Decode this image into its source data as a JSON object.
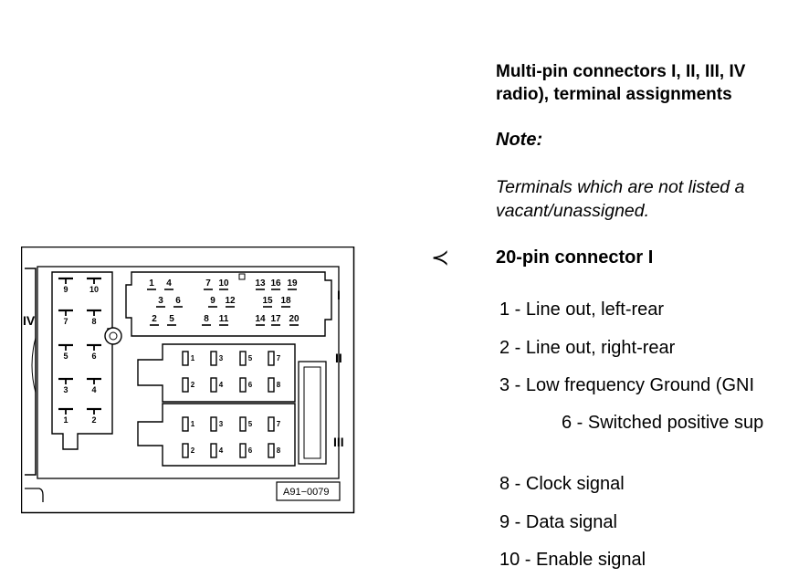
{
  "heading": {
    "line1": "Multi-pin connectors I, II, III, IV",
    "line2": "radio), terminal assignments"
  },
  "note": {
    "label": "Note:",
    "line1": "Terminals which are not listed a",
    "line2": "vacant/unassigned."
  },
  "section": {
    "arrow": "≺",
    "title": "20-pin connector I",
    "items": [
      "1 - Line out, left-rear",
      "2 - Line out, right-rear",
      "3 - Low frequency Ground (GNI",
      "6 - Switched positive sup",
      "8 - Clock signal",
      "9 - Data signal",
      "10 - Enable signal"
    ]
  },
  "figure": {
    "id": "A91−0079",
    "roman": {
      "i": "I",
      "ii": "II",
      "iii": "III",
      "iv": "IV"
    },
    "conn1_top": [
      "1",
      "4",
      "7",
      "10",
      "13",
      "16",
      "19"
    ],
    "conn1_mid": [
      "3",
      "6",
      "9",
      "12",
      "15",
      "18"
    ],
    "conn1_bot": [
      "2",
      "5",
      "8",
      "11",
      "14",
      "17",
      "20"
    ],
    "conn4_pins": [
      "9",
      "10",
      "7",
      "8",
      "5",
      "6",
      "3",
      "4",
      "1",
      "2"
    ],
    "block_pins_top": [
      "1",
      "3",
      "5",
      "7"
    ],
    "block_pins_bot": [
      "2",
      "4",
      "6",
      "8"
    ]
  }
}
